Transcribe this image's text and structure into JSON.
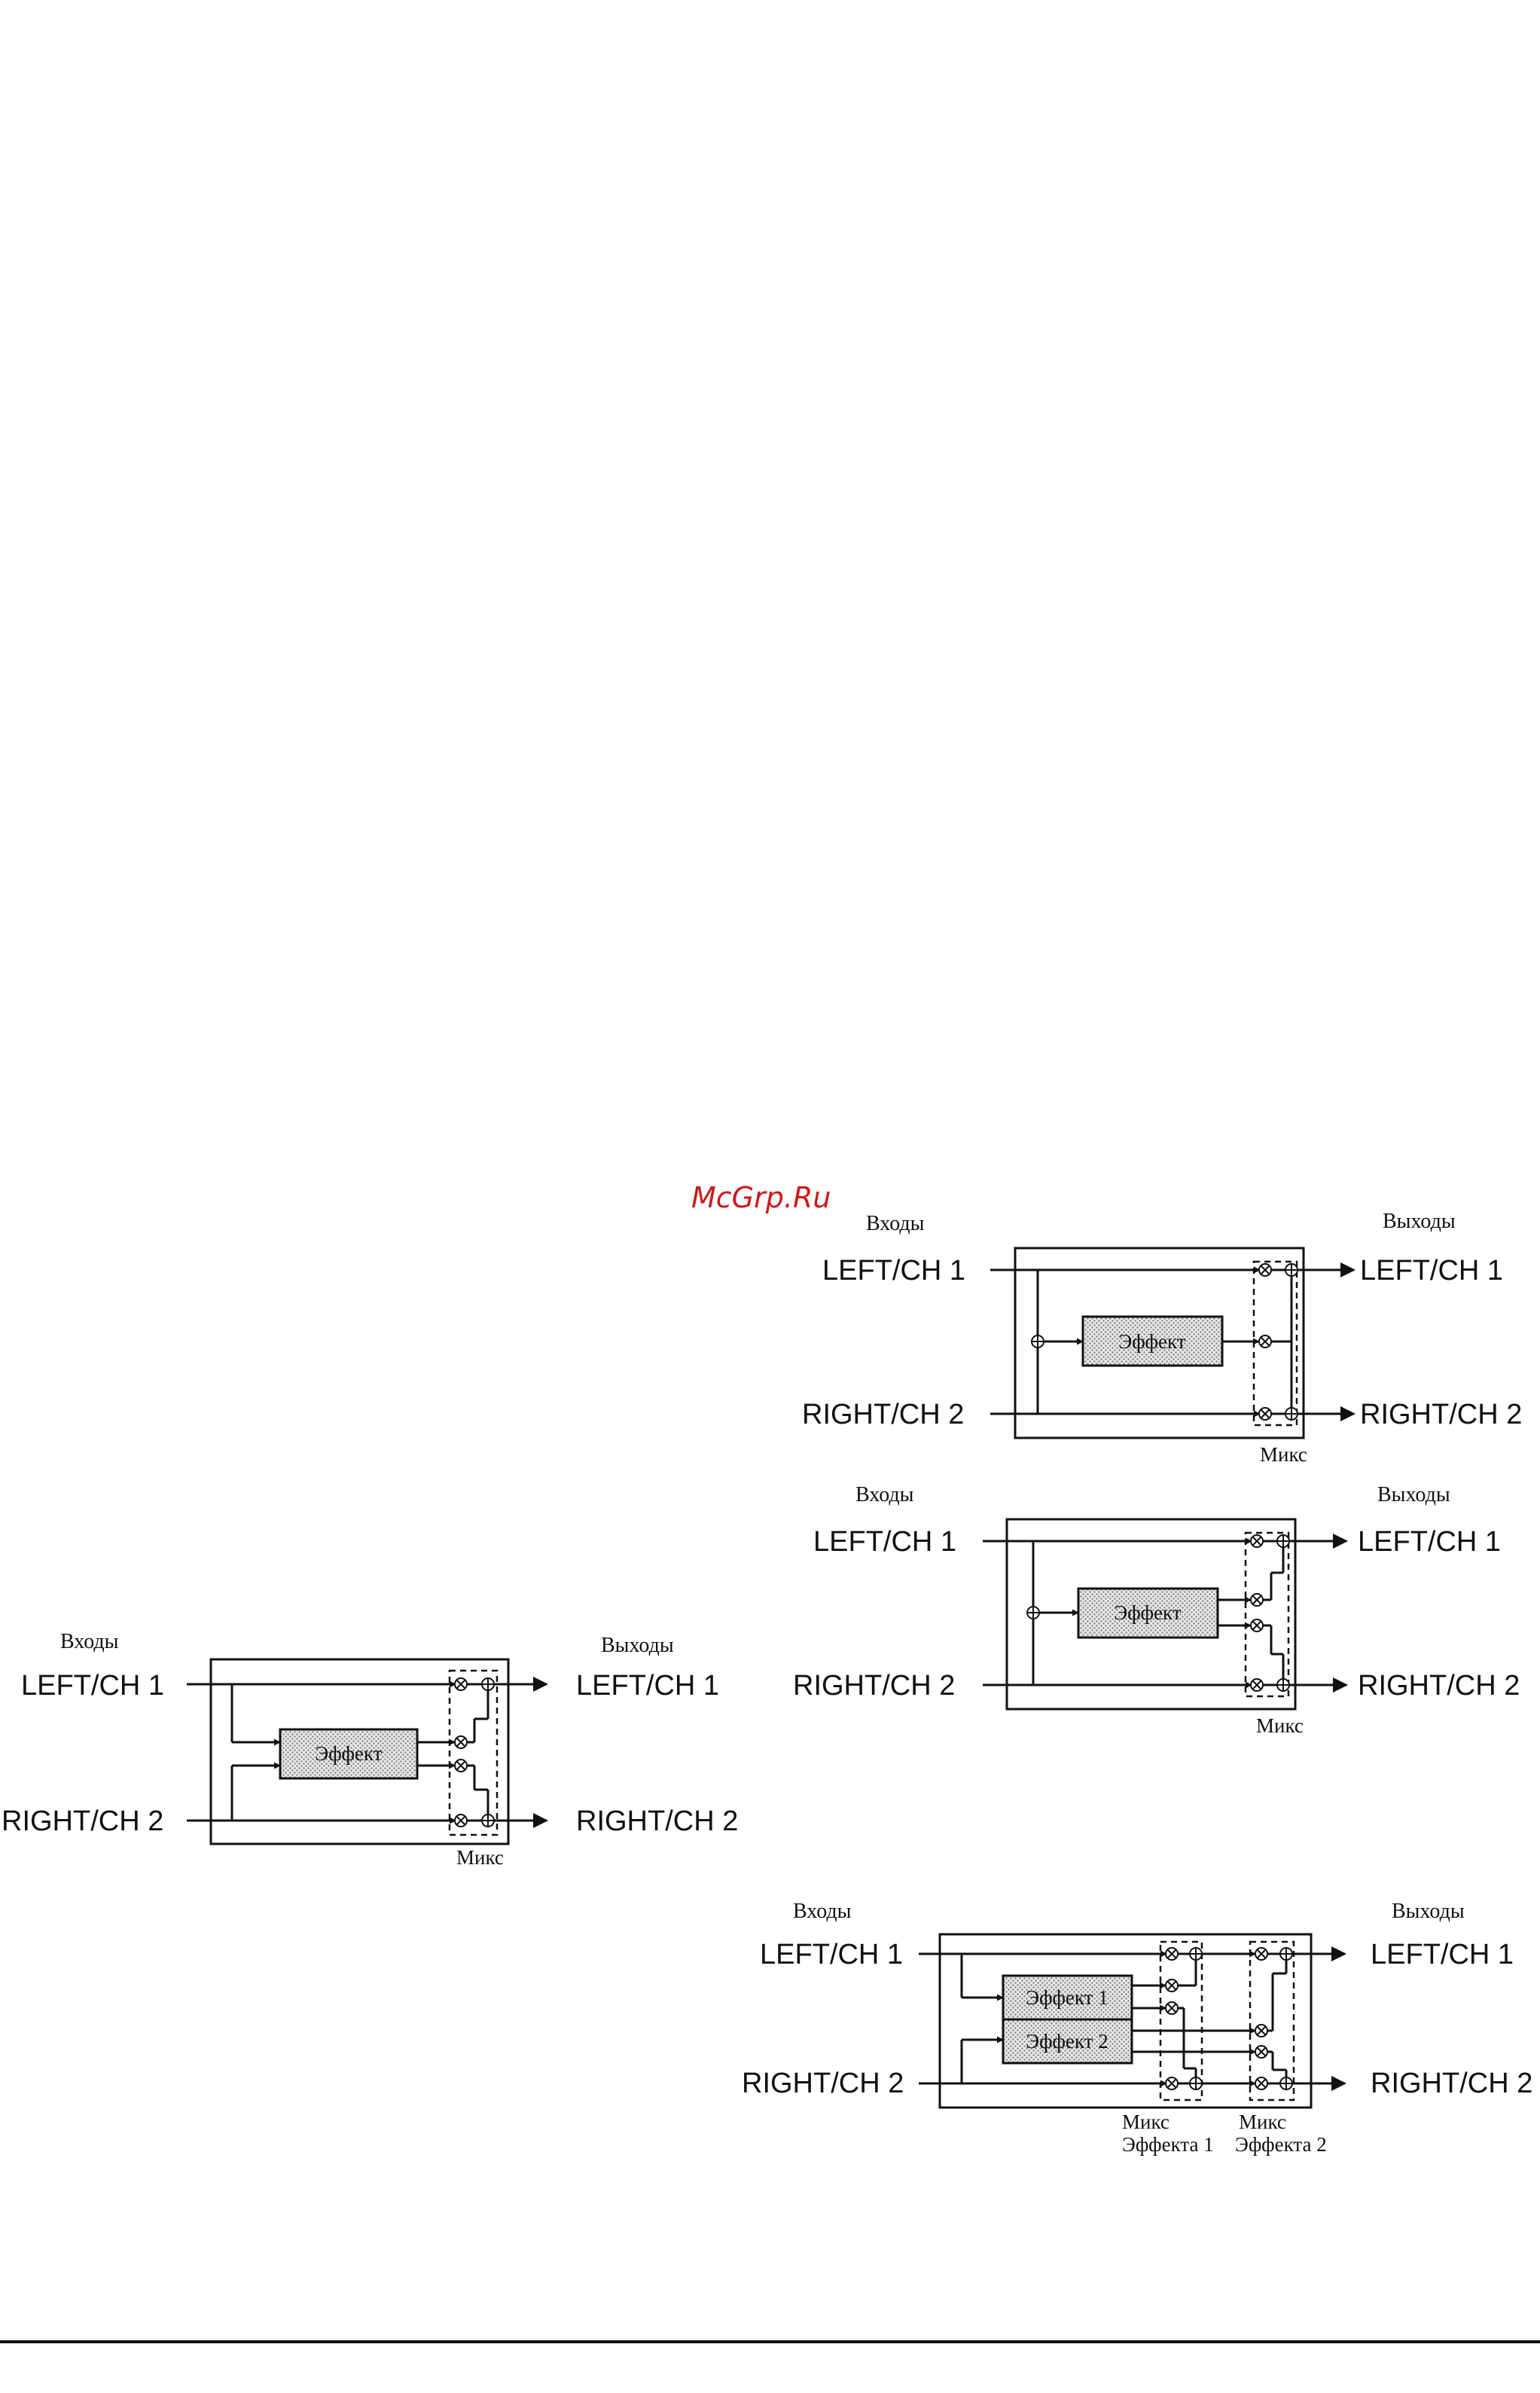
{
  "watermark": "McGrp.Ru",
  "diagrams": [
    {
      "inputs_title": "Входы",
      "outputs_title": "Выходы",
      "in_left": "LEFT/CH 1",
      "in_right": "RIGHT/CH 2",
      "out_left": "LEFT/CH 1",
      "out_right": "RIGHT/CH 2",
      "effect": "Эффект",
      "mix": "Микс"
    },
    {
      "inputs_title": "Входы",
      "outputs_title": "Выходы",
      "in_left": "LEFT/CH 1",
      "in_right": "RIGHT/CH 2",
      "out_left": "LEFT/CH 1",
      "out_right": "RIGHT/CH 2",
      "effect": "Эффект",
      "mix": "Микс"
    },
    {
      "inputs_title": "Входы",
      "outputs_title": "Выходы",
      "in_left": "LEFT/CH 1",
      "in_right": "RIGHT/CH 2",
      "out_left": "LEFT/CH 1",
      "out_right": "RIGHT/CH 2",
      "effect": "Эффект",
      "mix": "Микс"
    },
    {
      "inputs_title": "Входы",
      "outputs_title": "Выходы",
      "in_left": "LEFT/CH 1",
      "in_right": "RIGHT/CH 2",
      "out_left": "LEFT/CH 1",
      "out_right": "RIGHT/CH 2",
      "effect1": "Эффект 1",
      "effect2": "Эффект 2",
      "mix1_line1": "Микс",
      "mix1_line2": "Эффекта 1",
      "mix2_line1": "Микс",
      "mix2_line2": "Эффекта 2"
    }
  ],
  "colors": {
    "ink": "#111111",
    "watermark": "#cc1a1a",
    "effect_fill": "#d8d8d8"
  }
}
